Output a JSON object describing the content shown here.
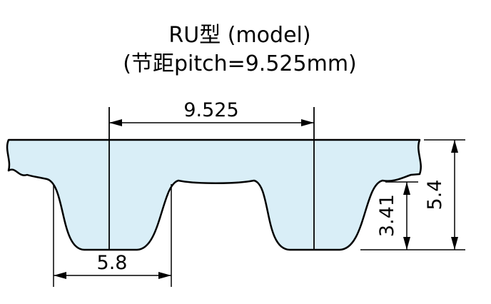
{
  "title": {
    "line1": "RU型 (model)",
    "line2": "(节距pitch=9.525mm)"
  },
  "dimensions": {
    "pitch": "9.525",
    "tooth_width": "5.8",
    "tooth_height": "3.41",
    "belt_thickness": "5.4"
  },
  "colors": {
    "belt_fill": "#d9eef7",
    "line": "#000000",
    "background": "#ffffff"
  }
}
